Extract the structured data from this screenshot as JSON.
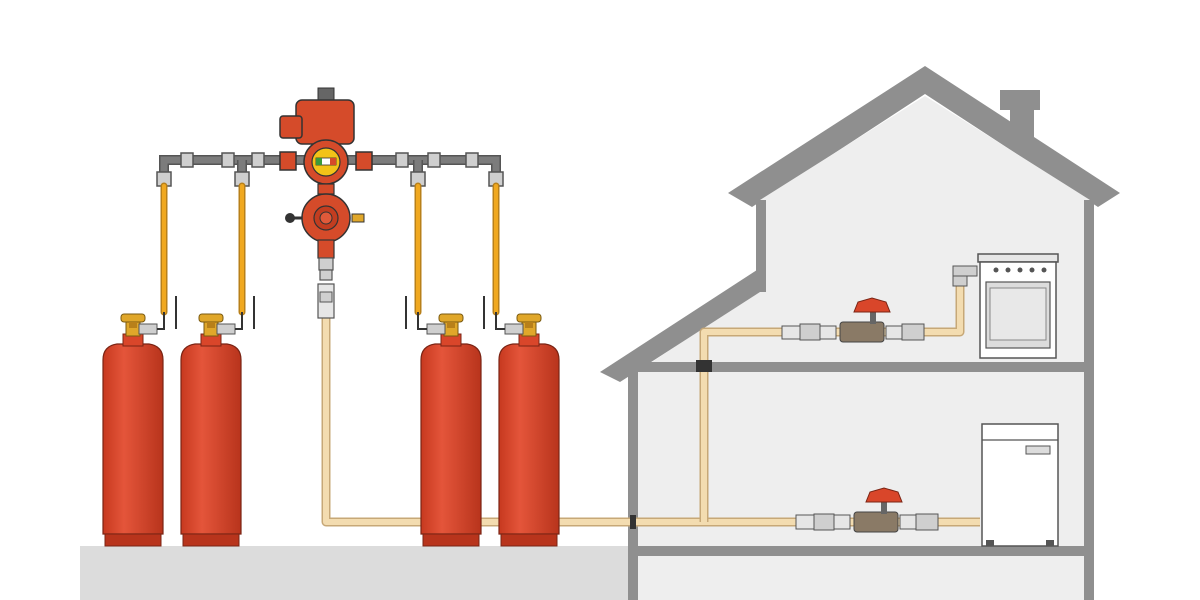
{
  "diagram": {
    "cylinder_count": 4,
    "colors": {
      "cylinder": "#d9462a",
      "cylinder_dark": "#a8321d",
      "brass": "#e0a72a",
      "flex_hose": "#f0a81f",
      "pipe": "#f3dcb0",
      "pipe_outline": "#c7a877",
      "manifold": "#7c7c7c",
      "regulator": "#d54b2a",
      "house_wall": "#8f8f8f",
      "house_fill": "#eeeeee",
      "ground": "#dcdcdc",
      "valve_handle": "#d9462a",
      "valve_body": "#8a7a66"
    },
    "appliances": [
      "gas-stove",
      "boiler"
    ],
    "valve_count": 2
  }
}
